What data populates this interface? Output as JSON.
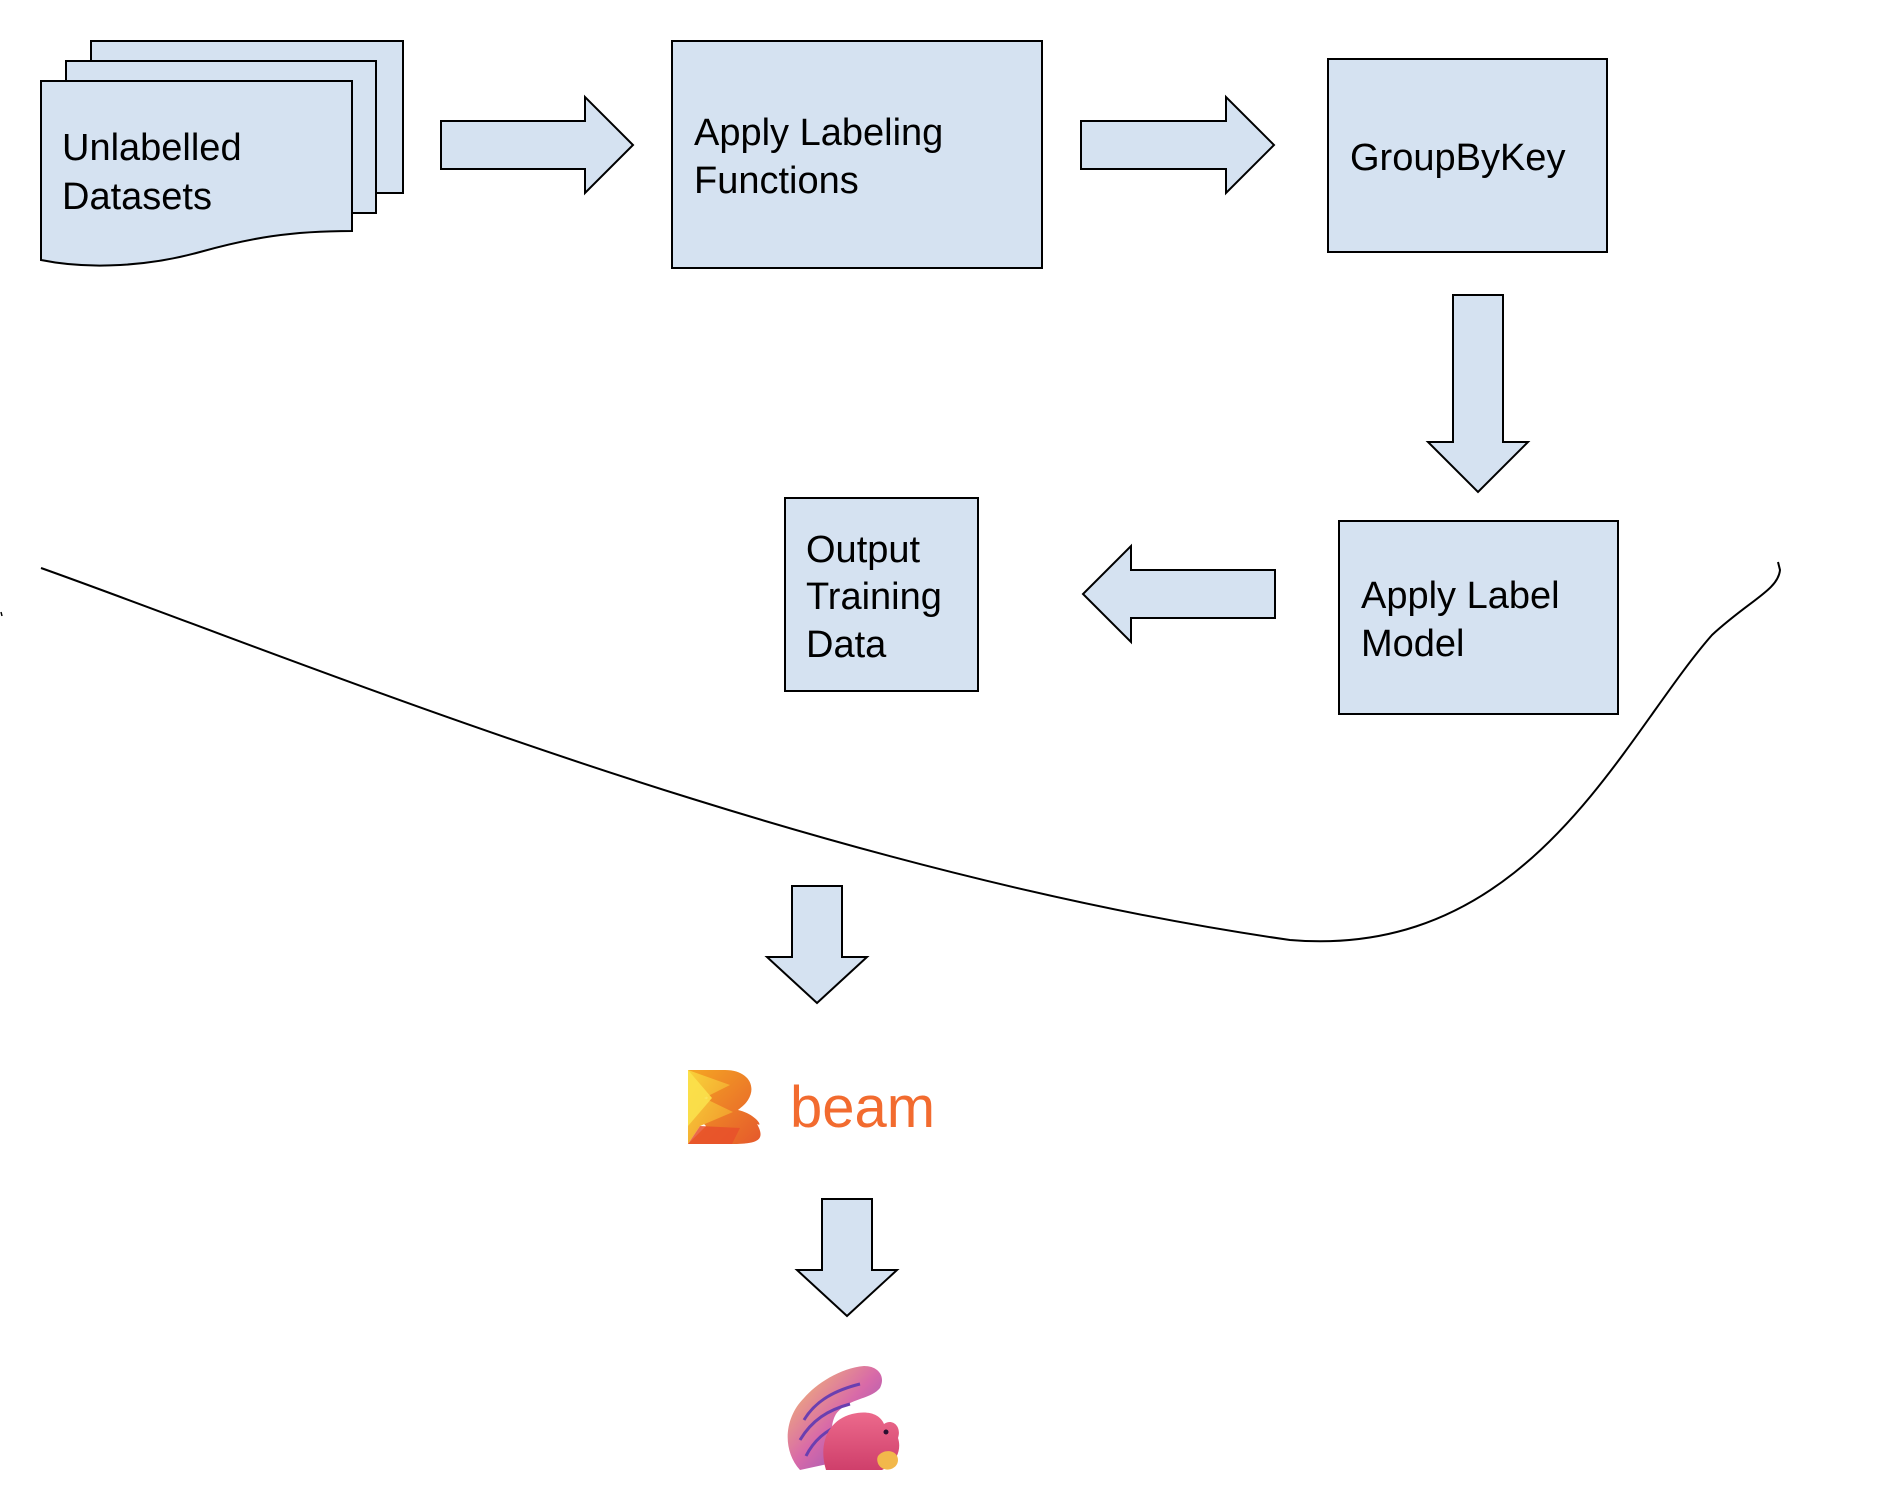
{
  "diagram": {
    "nodes": {
      "unlabelled_datasets": {
        "shape": "multi-document",
        "lines": [
          "Unlabelled",
          "Datasets"
        ]
      },
      "apply_labeling_functions": {
        "shape": "rectangle",
        "lines": [
          "Apply Labeling",
          "Functions"
        ]
      },
      "group_by_key": {
        "shape": "rectangle",
        "lines": [
          "GroupByKey"
        ]
      },
      "apply_label_model": {
        "shape": "rectangle",
        "lines": [
          "Apply Label",
          "Model"
        ]
      },
      "output_training_data": {
        "shape": "rectangle",
        "lines": [
          "Output",
          "Training",
          "Data"
        ]
      }
    },
    "edges": [
      {
        "from": "unlabelled_datasets",
        "to": "apply_labeling_functions",
        "direction": "right"
      },
      {
        "from": "apply_labeling_functions",
        "to": "group_by_key",
        "direction": "right"
      },
      {
        "from": "group_by_key",
        "to": "apply_label_model",
        "direction": "down"
      },
      {
        "from": "apply_label_model",
        "to": "output_training_data",
        "direction": "left"
      },
      {
        "from": "pipeline",
        "to": "beam_logo",
        "direction": "down"
      },
      {
        "from": "beam_logo",
        "to": "flink_logo",
        "direction": "down"
      }
    ],
    "enclosing_curve": "open freehand curve beneath the pipeline",
    "logos": {
      "beam": {
        "word": "beam",
        "icon": "apache-beam-logo"
      },
      "flink": {
        "icon": "apache-flink-squirrel-logo"
      }
    },
    "colors": {
      "node_fill": "#d5e2f1",
      "stroke": "#000000",
      "beam_text": "#f26b2f",
      "beam_yellow": "#f7bd28",
      "beam_orange": "#ee6e2b",
      "flink_pink": "#e0507a",
      "flink_purple": "#8c4fb8"
    }
  }
}
